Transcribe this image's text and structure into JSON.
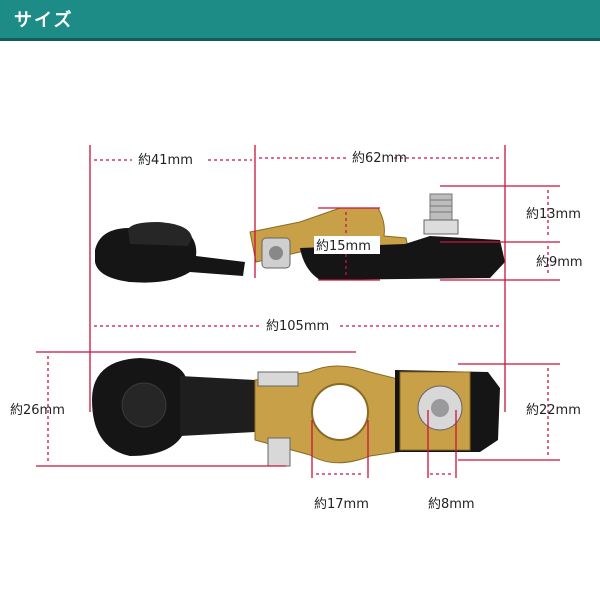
{
  "header": {
    "title": "サイズ"
  },
  "colors": {
    "header_bg": "#1d8c86",
    "dimension_line": "#c8143c",
    "brass": "#c8a048",
    "black_part": "#151515"
  },
  "dimensions": {
    "cap_length": "約41mm",
    "clamp_length": "約62mm",
    "bolt_height": "約13mm",
    "clamp_height": "約15mm",
    "body_height": "約9mm",
    "total_length": "約105mm",
    "cap_width": "約26mm",
    "clamp_width": "約22mm",
    "hole_diameter": "約17mm",
    "bolt_diameter": "約8mm"
  }
}
